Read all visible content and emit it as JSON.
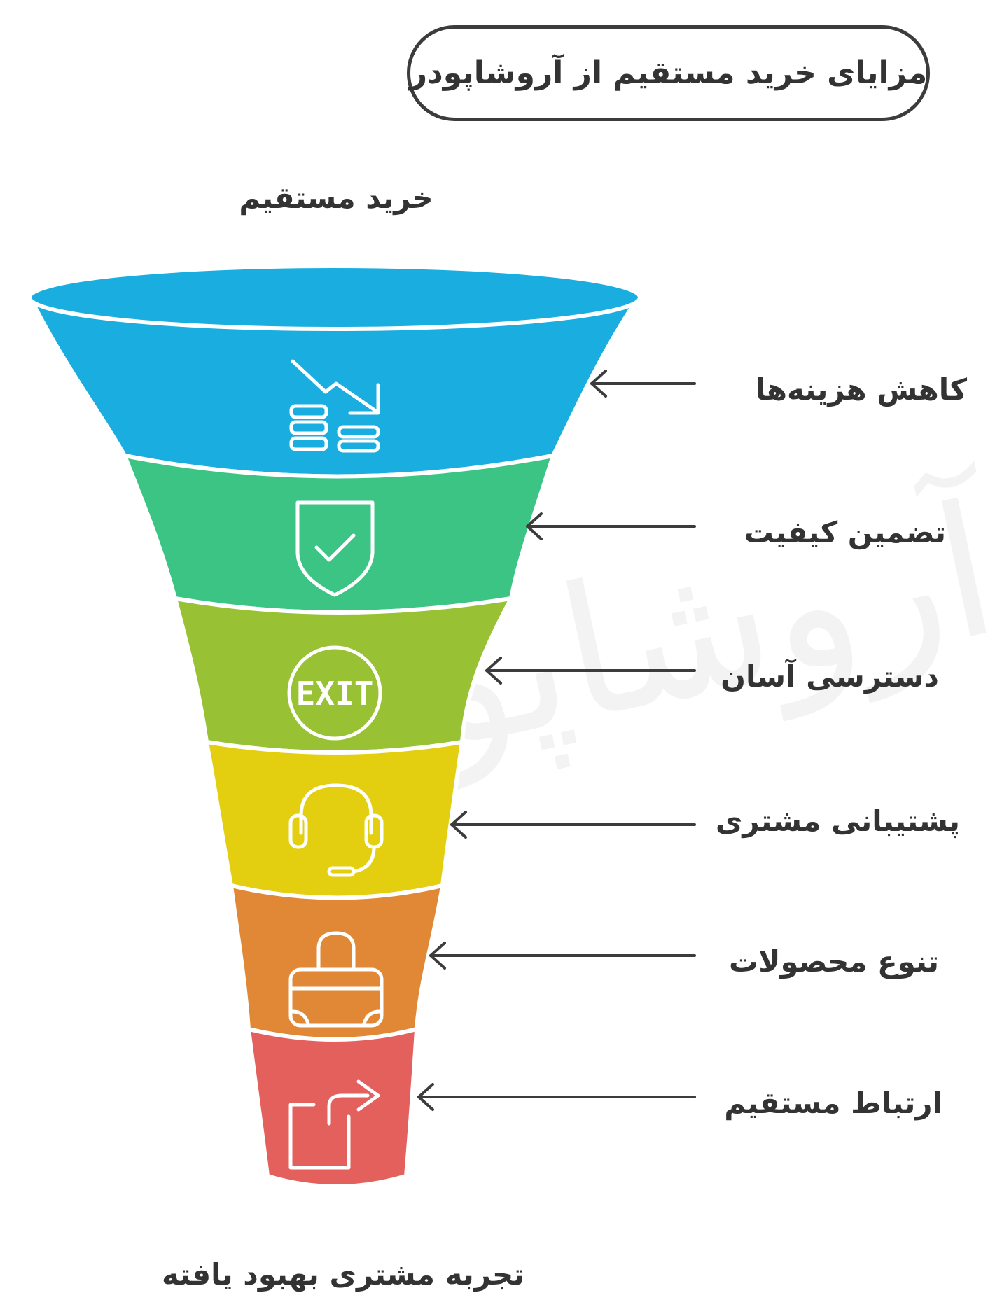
{
  "title": "مزایای خرید مستقیم از آروشاپودر",
  "top_label": "خرید مستقیم",
  "bottom_label": "تجربه مشتری بهبود یافته",
  "stages": [
    {
      "label": "کاهش هزینه‌ها",
      "icon": "falling-cost-coins-icon",
      "color": "#19ADE0"
    },
    {
      "label": "تضمین کیفیت",
      "icon": "shield-check-icon",
      "color": "#3CC484"
    },
    {
      "label": "دسترسی آسان",
      "icon": "exit-sign-icon",
      "color": "#98C234"
    },
    {
      "label": "پشتیبانی مشتری",
      "icon": "headset-icon",
      "color": "#E3CE10"
    },
    {
      "label": "تنوع محصولات",
      "icon": "bag-icon",
      "color": "#E08836"
    },
    {
      "label": "ارتباط مستقیم",
      "icon": "share-arrow-icon",
      "color": "#E3605D"
    }
  ],
  "watermark": "آروشاپودر"
}
